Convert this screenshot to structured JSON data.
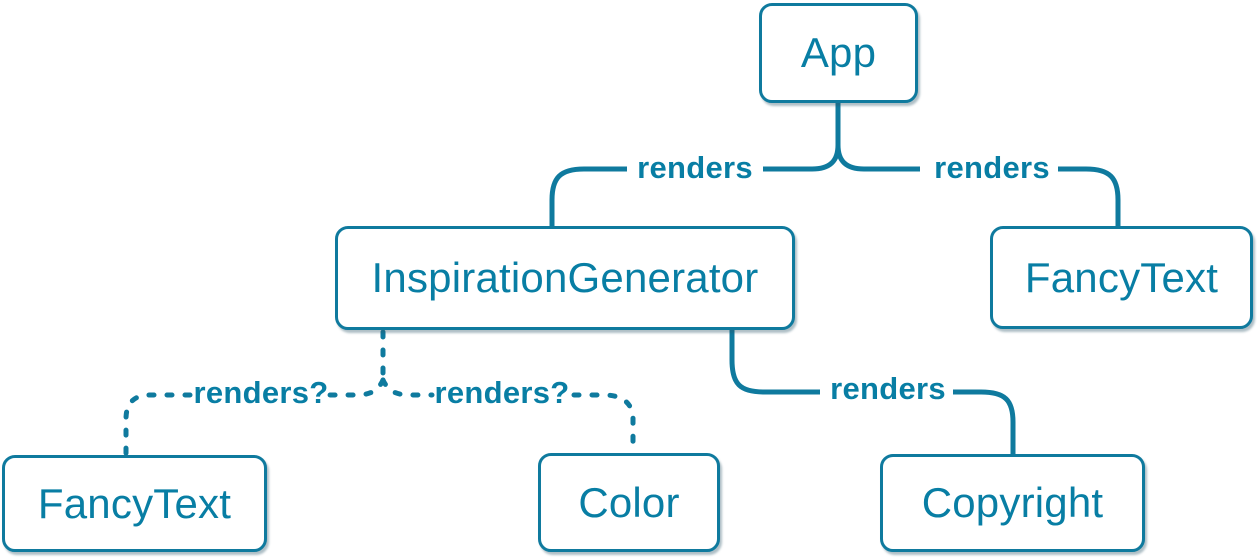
{
  "diagram": {
    "theme": {
      "node_text_color": "#087ea4",
      "line_color": "#0f7a9e",
      "background_color": "#ffffff"
    },
    "nodes": {
      "app": {
        "label": "App"
      },
      "inspiration_generator": {
        "label": "InspirationGenerator"
      },
      "fancy_text_top": {
        "label": "FancyText"
      },
      "fancy_text_bottom": {
        "label": "FancyText"
      },
      "color": {
        "label": "Color"
      },
      "copyright": {
        "label": "Copyright"
      }
    },
    "edges": {
      "app_to_inspiration_generator": {
        "label": "renders",
        "style": "solid"
      },
      "app_to_fancy_text": {
        "label": "renders",
        "style": "solid"
      },
      "inspiration_generator_to_copyright": {
        "label": "renders",
        "style": "solid"
      },
      "inspiration_generator_to_fancy_text": {
        "label": "renders?",
        "style": "dashed"
      },
      "inspiration_generator_to_color": {
        "label": "renders?",
        "style": "dashed"
      }
    }
  }
}
